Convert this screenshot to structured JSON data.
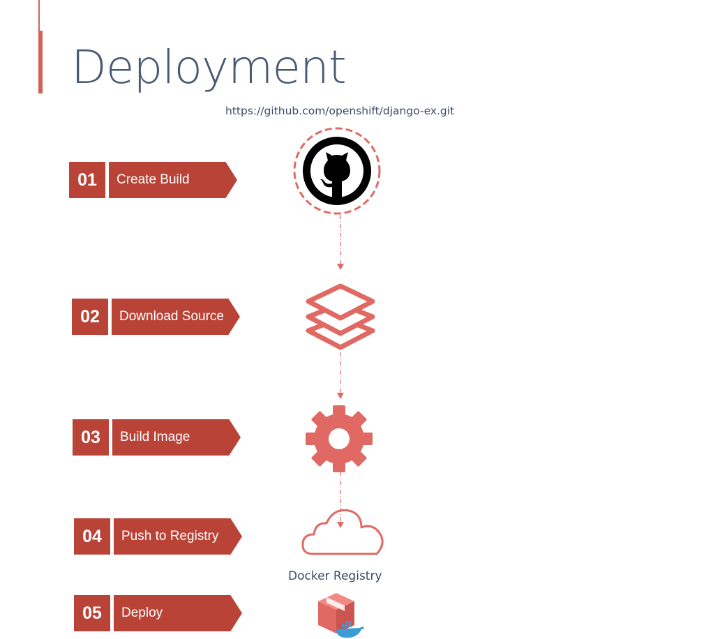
{
  "slide": {
    "title": "Deployment",
    "repo_url": "https://github.com/openshift/django-ex.git"
  },
  "steps": [
    {
      "number": "01",
      "label": "Create Build",
      "icon": "github-icon"
    },
    {
      "number": "02",
      "label": "Download Source",
      "icon": "layers-icon"
    },
    {
      "number": "03",
      "label": "Build Image",
      "icon": "gear-icon"
    },
    {
      "number": "04",
      "label": "Push to Registry",
      "icon": "cloud-icon"
    },
    {
      "number": "05",
      "label": "Deploy",
      "icon": "package-icon"
    }
  ],
  "registry_label": "Docker Registry",
  "colors": {
    "step_fill": "#b94337",
    "icon_coral": "#e06a63",
    "title": "#4b5a73",
    "accent": "#d3615a"
  }
}
